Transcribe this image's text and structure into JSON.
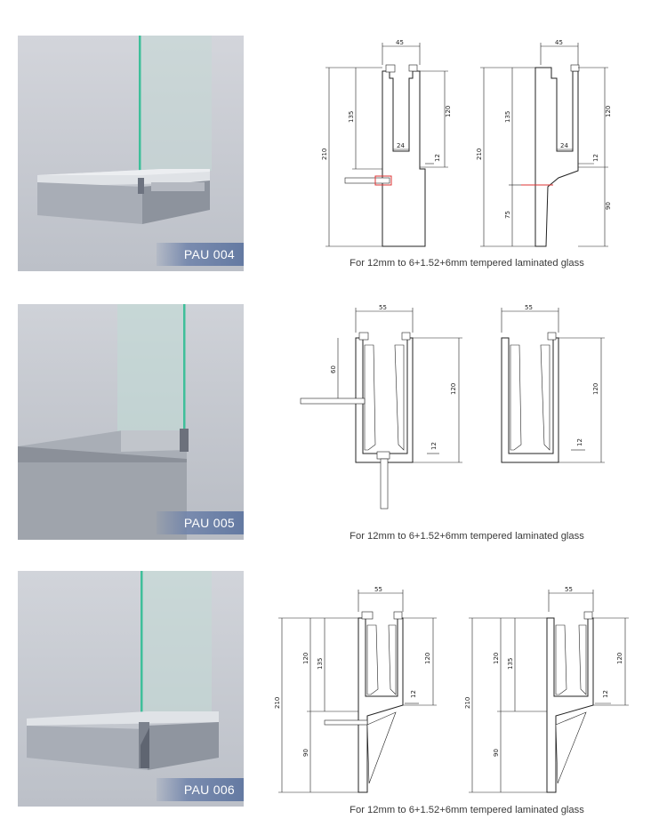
{
  "products": [
    {
      "code": "PAU 004",
      "caption": "For 12mm to 6+1.52+6mm tempered laminated glass",
      "dimensions": {
        "left": {
          "width": "45",
          "inner": "24",
          "total_height": "210",
          "h1": "135",
          "h2": "120",
          "step": "12"
        },
        "right": {
          "width": "45",
          "inner": "24",
          "total_height": "210",
          "h1": "135",
          "h2": "120",
          "step": "12",
          "lower_right": "90",
          "lower_left": "75"
        }
      }
    },
    {
      "code": "PAU 005",
      "caption": "For 12mm to 6+1.52+6mm tempered laminated glass",
      "dimensions": {
        "left": {
          "width": "55",
          "anchor": "60",
          "height": "120",
          "step": "12"
        },
        "right": {
          "width": "55",
          "height": "120",
          "step": "12"
        }
      }
    },
    {
      "code": "PAU 006",
      "caption": "For 12mm to 6+1.52+6mm tempered laminated glass",
      "dimensions": {
        "left": {
          "width": "55",
          "total_height": "210",
          "h_outer": "120",
          "h1": "135",
          "h2": "120",
          "step": "12",
          "lower": "90"
        },
        "right": {
          "width": "55",
          "total_height": "210",
          "h_outer": "120",
          "h1": "135",
          "h2": "120",
          "step": "12",
          "lower": "90"
        }
      }
    }
  ],
  "colors": {
    "photo_bg": "#c9ccd3",
    "glass_edge": "#3fbf9a",
    "glass_fill": "#bfe3d8",
    "badge": "#6f86b0"
  }
}
